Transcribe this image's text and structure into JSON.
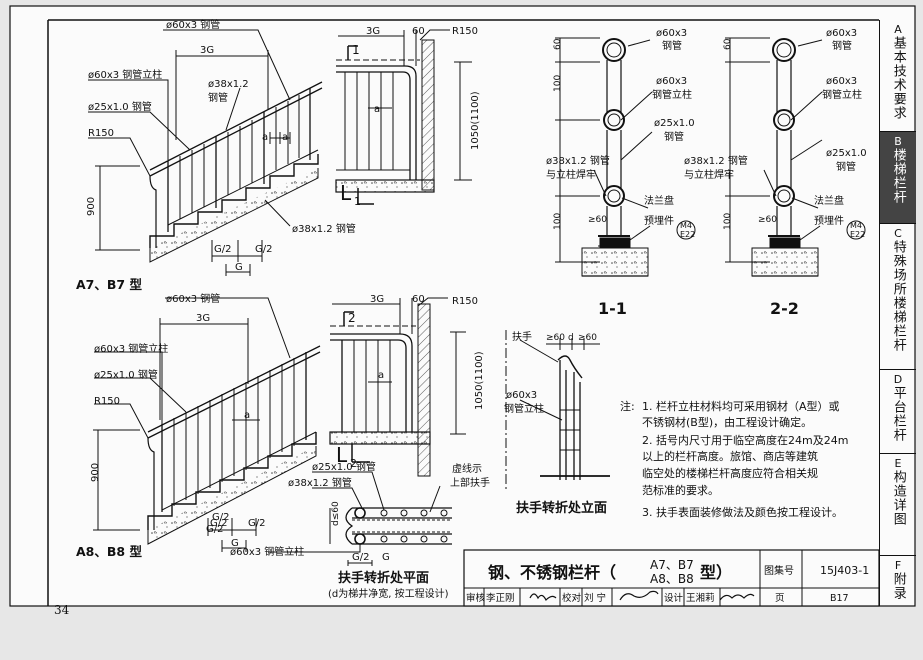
{
  "page_number": "34",
  "sidebar_tabs": [
    {
      "letter": "A",
      "title": "基本技术要求",
      "active": false
    },
    {
      "letter": "B",
      "title": "楼梯栏杆",
      "active": true
    },
    {
      "letter": "C",
      "title": "特殊场所楼梯栏杆",
      "active": false
    },
    {
      "letter": "D",
      "title": "平台栏杆",
      "active": false
    },
    {
      "letter": "E",
      "title": "构造详图",
      "active": false
    },
    {
      "letter": "F",
      "title": "附录",
      "active": false
    }
  ],
  "labels": {
    "a7b7_type": "A7、B7 型",
    "a8b8_type": "A8、B8 型",
    "p60x3": "ø60x3 钢管",
    "p60x3_short": "ø60x3",
    "steel_pipe": "钢管",
    "p60x3_post": "ø60x3 钢管立柱",
    "post": "钢管立柱",
    "p38": "ø38x1.2",
    "p38_pipe": "ø38x1.2 钢管",
    "p25": "ø25x1.0 钢管",
    "p25_short": "ø25x1.0",
    "r150": "R150",
    "dim_3g": "3G",
    "dim_60": "60",
    "dim_900": "900",
    "dim_100": "100",
    "dim_1050": "1050(1100)",
    "g": "G",
    "g2": "G/2",
    "a": "a",
    "d": "d",
    "ge60": "≥60",
    "l1": "L",
    "l1_sub": "1",
    "l2": "L",
    "l2_sub": "2",
    "sec1": "1",
    "sec2": "2",
    "weld1": "ø38x1.2 钢管",
    "weld2": "与立柱焊牢",
    "flange": "法兰盘",
    "embed": "预埋件",
    "m4": "M4",
    "e22": "E22",
    "sec_1_1": "1-1",
    "sec_2_2": "2-2",
    "handrail": "扶手",
    "elev_title": "扶手转折处立面",
    "plan_title": "扶手转折处平面",
    "plan_note": "(d为梯井净宽, 按工程设计)",
    "dashed1": "虚线示",
    "dashed2": "上部扶手",
    "d_le": "d≤60",
    "note_label": "注:",
    "notes": [
      "1. 栏杆立柱材料均可采用钢材（A型）或",
      "   不锈钢材(B型)，由工程设计确定。",
      "2. 括号内尺寸用于临空高度在24m及24m",
      "   以上的栏杆高度。旅馆、商店等建筑",
      "   临空处的楼梯栏杆高度应符合相关规",
      "   范标准的要求。",
      "3. 扶手表面装修做法及颜色按工程设计。"
    ]
  },
  "title_block": {
    "title_main": "钢、不锈钢栏杆（",
    "title_line1": "A7、B7",
    "title_line2": "A8、B8",
    "title_end": "型）",
    "atlas_label": "图集号",
    "atlas_no": "15J403-1",
    "review": "审核",
    "reviewer": "李正刚",
    "check": "校对",
    "checker": "刘 宁",
    "design": "设计",
    "designer": "王湘莉",
    "page_label": "页",
    "page_no": "B17"
  }
}
